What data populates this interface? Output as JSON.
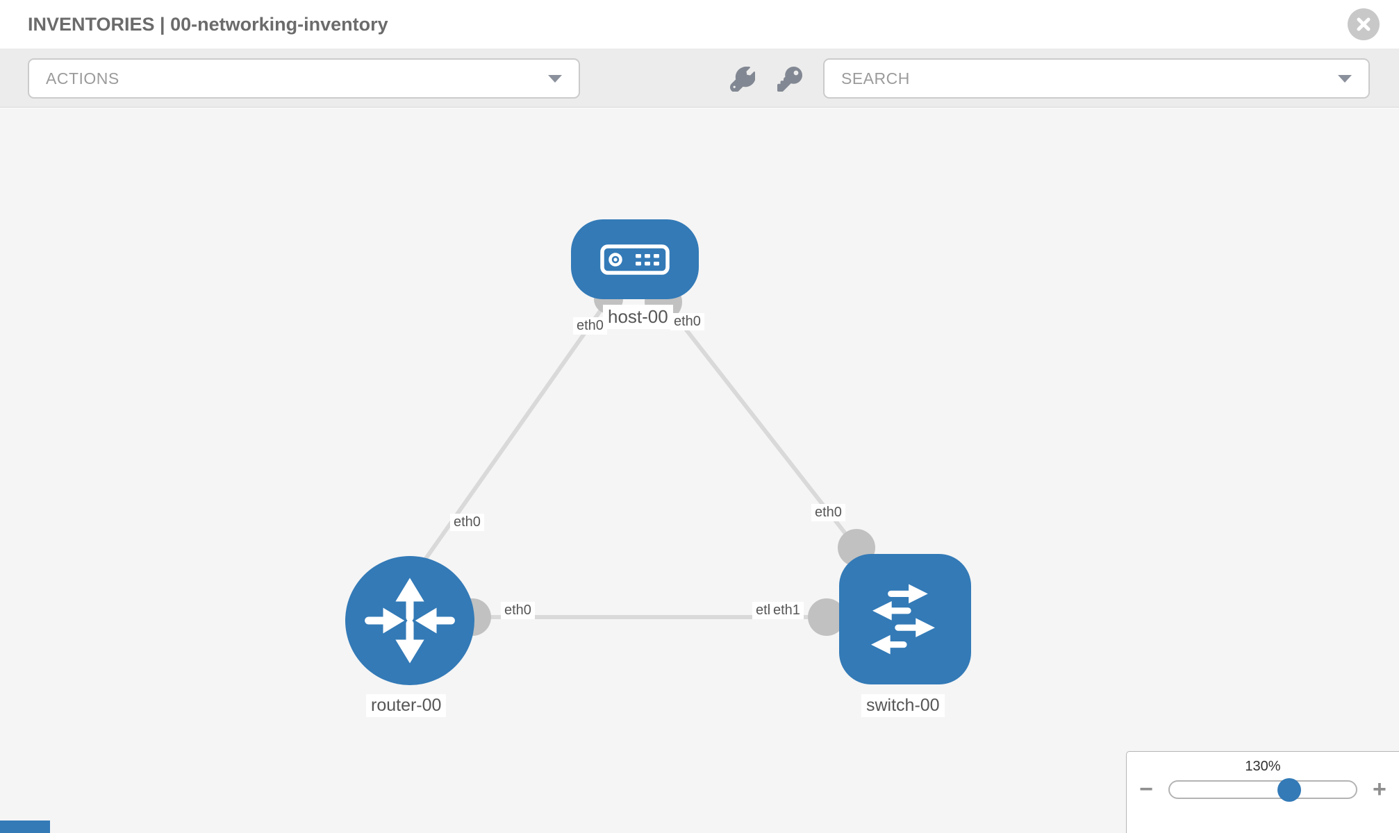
{
  "header": {
    "title": "INVENTORIES | 00-networking-inventory"
  },
  "toolbar": {
    "actions_label": "ACTIONS",
    "search_label": "SEARCH"
  },
  "topology": {
    "nodes": [
      {
        "label": "host-00",
        "type": "host"
      },
      {
        "label": "router-00",
        "type": "router"
      },
      {
        "label": "switch-00",
        "type": "switch"
      }
    ],
    "links": [
      {
        "from": "host-00",
        "from_if": "eth0",
        "to": "router-00",
        "to_if": "eth0"
      },
      {
        "from": "host-00",
        "from_if": "eth0",
        "to": "switch-00",
        "to_if": "eth0"
      },
      {
        "from": "router-00",
        "from_if": "eth0",
        "to": "switch-00",
        "to_if": "eth1"
      }
    ],
    "interface_labels": {
      "host_to_router": "eth0",
      "host_to_switch": "eth0",
      "router_to_host": "eth0",
      "switch_to_host": "eth0",
      "router_to_switch": "eth0",
      "switch_to_router_hidden": "eth0",
      "switch_to_router": "eth1"
    }
  },
  "zoom_control": {
    "level": "130%",
    "minus_label": "−",
    "plus_label": "+",
    "percent": 64
  },
  "colors": {
    "node_blue": "#337ab7",
    "link_gray": "#d9d9d9",
    "endpoint_gray": "#c1c1c1",
    "toolbar_gray": "#ececec",
    "canvas_gray": "#f5f5f5"
  }
}
